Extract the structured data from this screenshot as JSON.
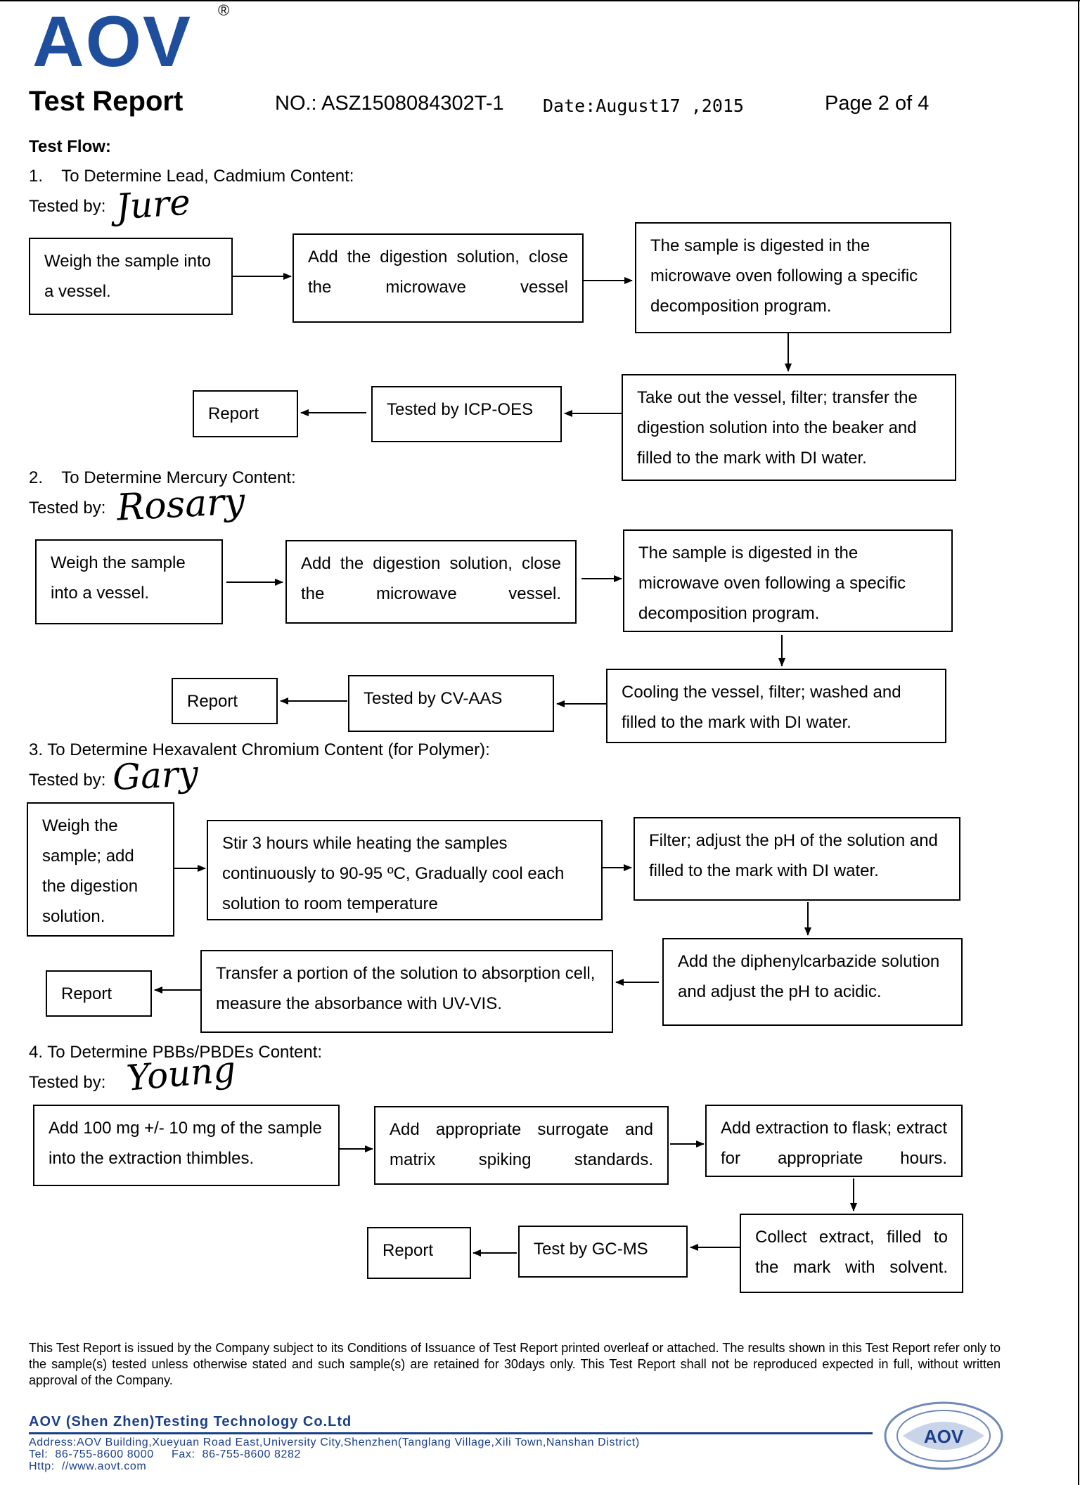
{
  "header": {
    "logo_text": "AOV",
    "registered_mark": "®",
    "title": "Test Report",
    "report_no": "NO.: ASZ1508084302T-1",
    "date": "Date:August17 ,2015",
    "page": "Page 2 of 4"
  },
  "test_flow_label": "Test Flow:",
  "sections": [
    {
      "heading": "1.    To Determine Lead, Cadmium Content:",
      "tested_by_label": "Tested by:",
      "signature": "Jure",
      "steps": [
        "Weigh the sample into a vessel.",
        "Add the digestion solution, close the microwave vessel",
        "The sample is digested in the microwave oven following a specific decomposition program.",
        "Take out the vessel, filter; transfer the digestion solution into the beaker and filled to the mark with DI water.",
        "Tested by ICP-OES",
        "Report"
      ]
    },
    {
      "heading": "2.    To Determine Mercury Content:",
      "tested_by_label": "Tested by:",
      "signature": "Rosary",
      "steps": [
        "Weigh the sample into a vessel.",
        "Add the digestion solution, close the microwave vessel.",
        "The sample is digested in the microwave oven following a specific decomposition program.",
        "Cooling the vessel, filter; washed and filled to the mark with DI water.",
        "Tested by CV-AAS",
        "Report"
      ]
    },
    {
      "heading": "3. To Determine Hexavalent Chromium Content (for Polymer):",
      "tested_by_label": "Tested by:",
      "signature": "Gary",
      "steps": [
        "Weigh the sample; add the digestion solution.",
        "Stir 3 hours while heating the samples continuously to 90-95 ºC, Gradually cool each solution to room temperature",
        "Filter; adjust the pH of the solution and filled to the mark with DI water.",
        "Add the diphenylcarbazide solution and adjust the pH to acidic.",
        "Transfer a portion of the solution to absorption cell, measure the absorbance with UV-VIS.",
        "Report"
      ]
    },
    {
      "heading": "4. To Determine PBBs/PBDEs Content:",
      "tested_by_label": "Tested by:",
      "signature": "Young",
      "steps": [
        "Add 100 mg +/- 10 mg of the sample into the extraction thimbles.",
        "Add appropriate surrogate and matrix spiking standards.",
        "Add extraction to flask; extract for appropriate hours.",
        "Collect extract, filled to the mark with solvent.",
        "Test by GC-MS",
        "Report"
      ]
    }
  ],
  "disclaimer": "This Test Report is issued by the Company subject to its Conditions of Issuance of Test Report printed overleaf or attached. The results shown in this Test Report refer only to the sample(s) tested unless otherwise stated and such sample(s) are retained for 30days only. This Test Report shall not be reproduced expected in full, without written approval of the Company.",
  "footer": {
    "company": "AOV (Shen Zhen)Testing Technology Co.Ltd",
    "address": "Address:AOV Building,Xueyuan Road East,University City,Shenzhen(Tanglang Village,Xili Town,Nanshan District)",
    "tel_fax": "Tel:  86-755-8600 8000     Fax:  86-755-8600 8282",
    "web": "Http:  //www.aovt.com",
    "seal_text": "AOV"
  },
  "colors": {
    "brand_blue": "#1f4f9c",
    "footer_blue": "#1a3f8a",
    "ink": "#000000"
  }
}
